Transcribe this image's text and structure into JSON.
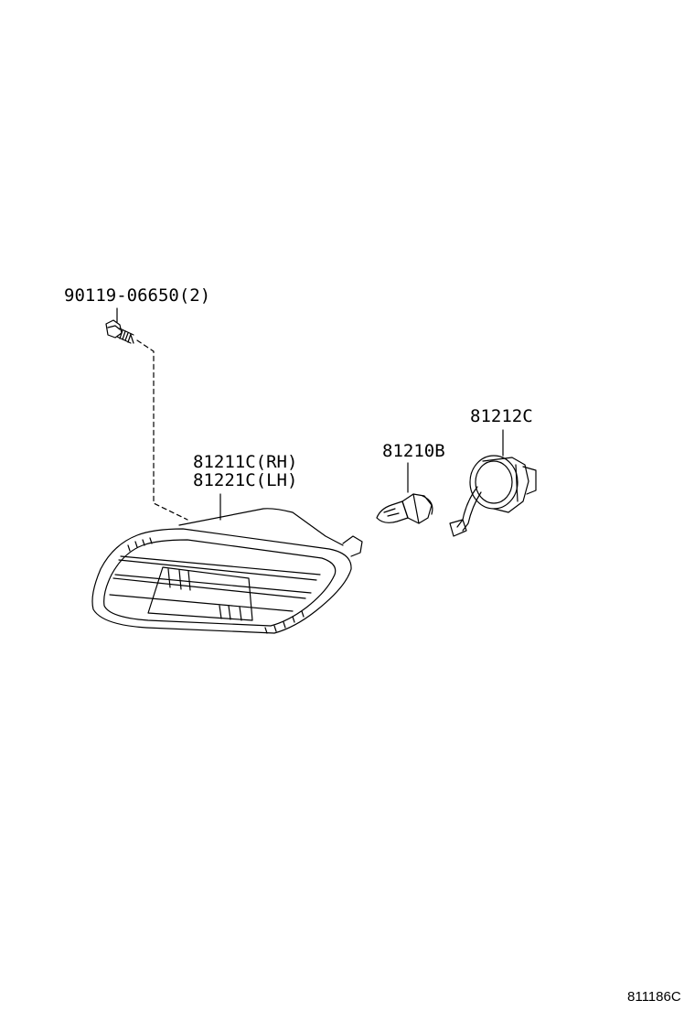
{
  "diagram": {
    "labels": {
      "screw": "90119-06650(2)",
      "lamp_rh": "81211C(RH)",
      "lamp_lh": "81221C(LH)",
      "bulb": "81210B",
      "socket": "81212C"
    },
    "figure_code": "811186C",
    "line_color": "#000000",
    "background": "#ffffff"
  }
}
